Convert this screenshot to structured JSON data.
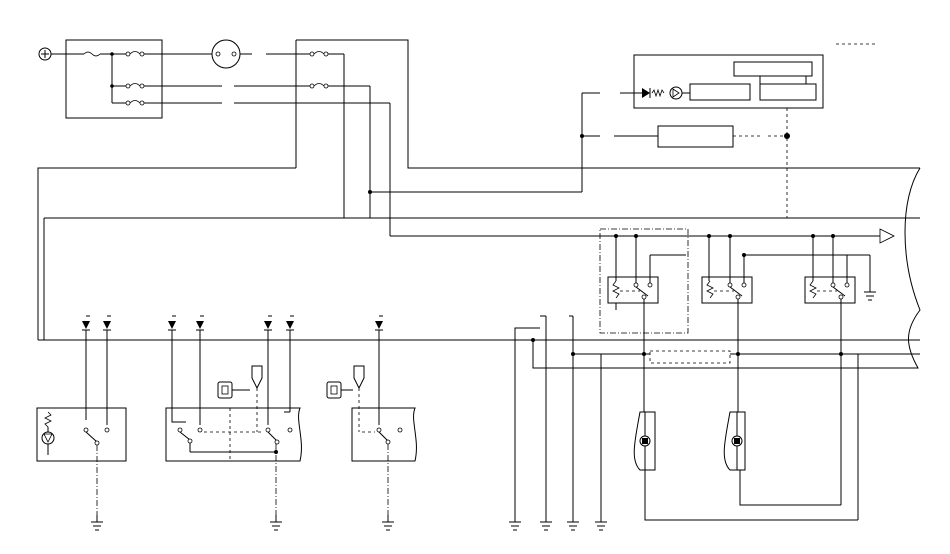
{
  "diagram": {
    "type": "wiring-schematic",
    "symbols": {
      "battery": "battery-positive-icon",
      "fuse": "fuse-icon",
      "bulb": "bulb-icon",
      "diode": "diode-icon",
      "led": "led-icon",
      "relay": "relay-icon",
      "motor": "motor-icon",
      "key": "key-icon",
      "ground": "ground-icon",
      "connector": "connector-arrow-icon"
    },
    "counts": {
      "relays": 3,
      "motors": 2,
      "switch_units": 3,
      "ground_points": 8
    },
    "line_color": "#000000",
    "background": "#ffffff"
  }
}
